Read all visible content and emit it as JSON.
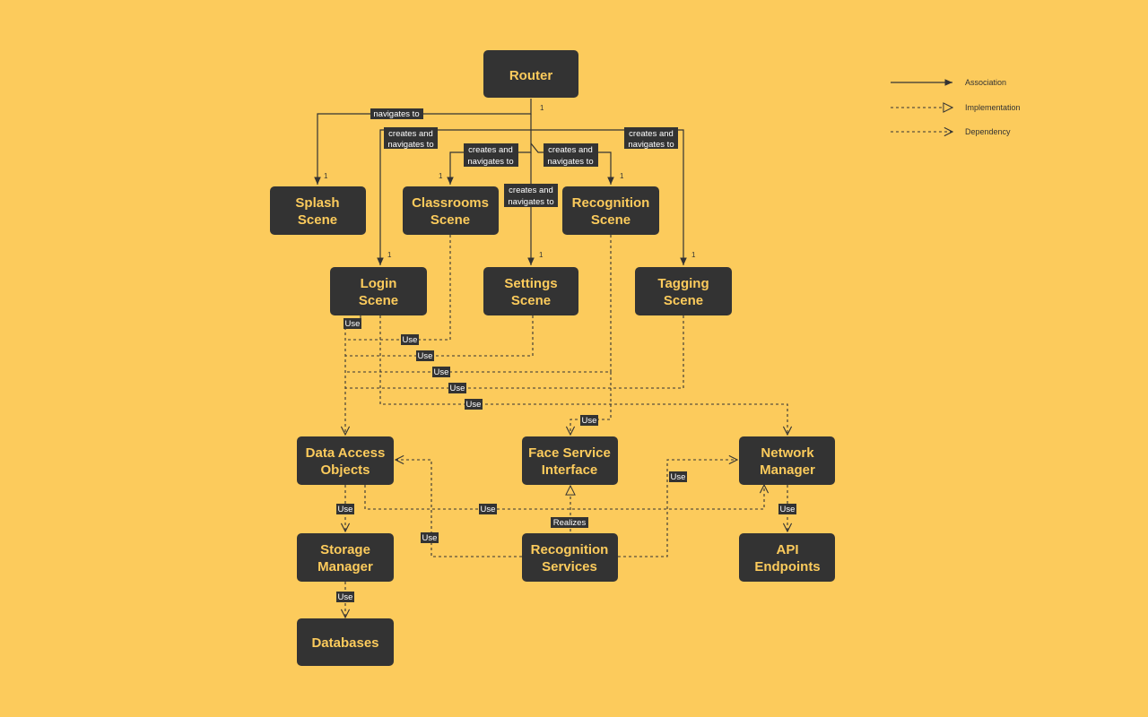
{
  "nodes": {
    "router": [
      "Router"
    ],
    "splash": [
      "Splash",
      "Scene"
    ],
    "classrooms": [
      "Classrooms",
      "Scene"
    ],
    "recognition_scene": [
      "Recognition",
      "Scene"
    ],
    "login": [
      "Login",
      "Scene"
    ],
    "settings": [
      "Settings",
      "Scene"
    ],
    "tagging": [
      "Tagging",
      "Scene"
    ],
    "dao": [
      "Data Access",
      "Objects"
    ],
    "face_service": [
      "Face Service",
      "Interface"
    ],
    "network": [
      "Network",
      "Manager"
    ],
    "storage": [
      "Storage",
      "Manager"
    ],
    "recognition_services": [
      "Recognition",
      "Services"
    ],
    "api": [
      "API",
      "Endpoints"
    ],
    "databases": [
      "Databases"
    ]
  },
  "edge_labels": {
    "navigates_to": "navigates to",
    "creates_and": "creates and",
    "use": "Use",
    "realizes": "Realizes",
    "multiplicity": "1"
  },
  "legend": {
    "association": "Association",
    "implementation": "Implementation",
    "dependency": "Dependency"
  },
  "colors": {
    "background": "#FCCB5C",
    "box": "#333333",
    "box_text": "#FCCB5C",
    "line": "#333333",
    "label_bg": "#333333",
    "label_text": "#FFFFFF"
  }
}
